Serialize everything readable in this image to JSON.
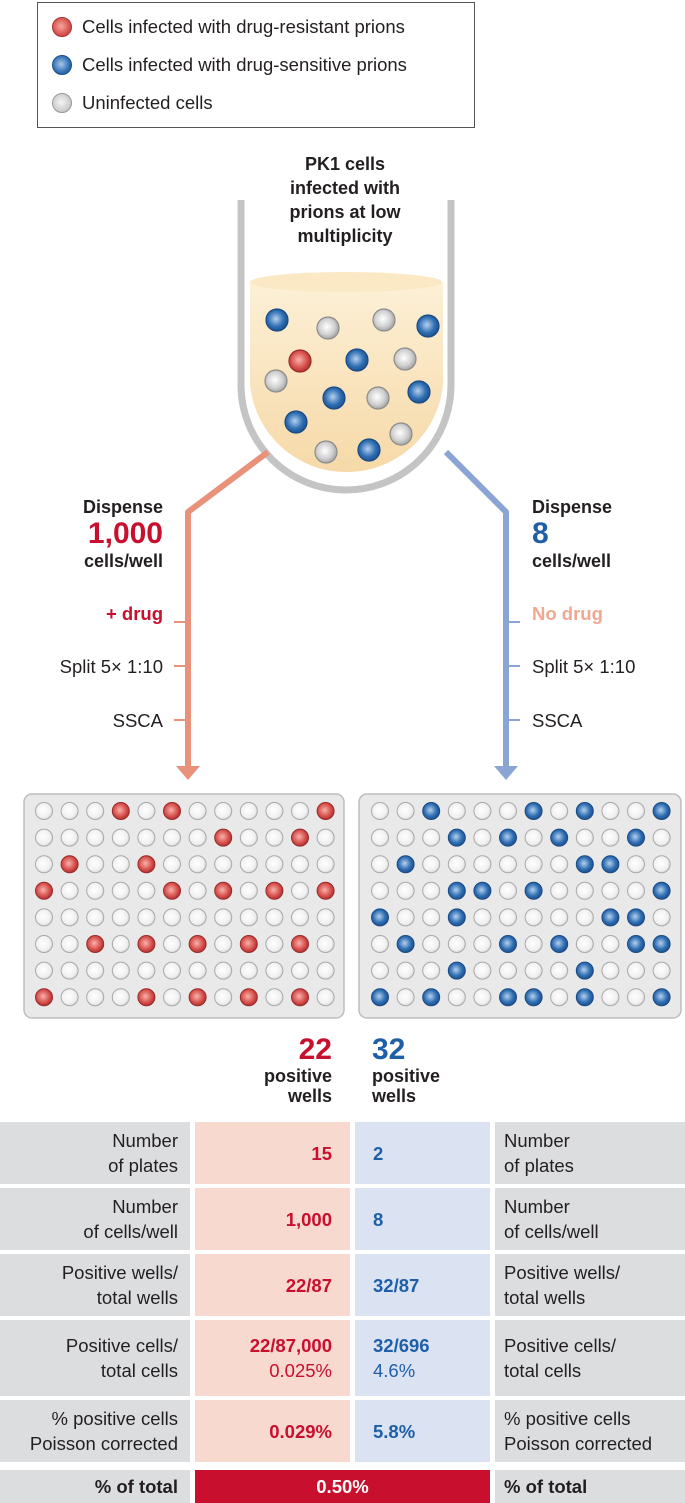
{
  "legend": {
    "items": [
      {
        "label": "Cells infected with drug-resistant prions",
        "icon": "red-cell-icon",
        "color": "#d9534f"
      },
      {
        "label": "Cells infected with drug-sensitive prions",
        "icon": "blue-cell-icon",
        "color": "#2f6fb3"
      },
      {
        "label": "Uninfected cells",
        "icon": "grey-cell-icon",
        "color": "#c8c8c8"
      }
    ]
  },
  "tube": {
    "label_lines": [
      "PK1 cells",
      "infected with",
      "prions at low",
      "multiplicity"
    ]
  },
  "left_branch": {
    "dispense": "Dispense",
    "count": "1,000",
    "unit": "cells/well",
    "step1": "+ drug",
    "step2": "Split 5× 1:10",
    "step3": "SSCA",
    "positive_count": "22",
    "positive_label_1": "positive",
    "positive_label_2": "wells",
    "plate_wells": [
      [
        0,
        0,
        0,
        1,
        0,
        1,
        0,
        0,
        0,
        0,
        0,
        1
      ],
      [
        0,
        0,
        0,
        0,
        0,
        0,
        0,
        1,
        0,
        0,
        1,
        0
      ],
      [
        0,
        1,
        0,
        0,
        1,
        0,
        0,
        0,
        0,
        0,
        0,
        0
      ],
      [
        1,
        0,
        0,
        0,
        0,
        1,
        0,
        1,
        0,
        1,
        0,
        1
      ],
      [
        0,
        0,
        0,
        0,
        0,
        0,
        0,
        0,
        0,
        0,
        0,
        0
      ],
      [
        0,
        0,
        1,
        0,
        1,
        0,
        1,
        0,
        1,
        0,
        1,
        0
      ],
      [
        0,
        0,
        0,
        0,
        0,
        0,
        0,
        0,
        0,
        0,
        0,
        0
      ],
      [
        1,
        0,
        0,
        0,
        1,
        0,
        1,
        0,
        1,
        0,
        1,
        0
      ]
    ]
  },
  "right_branch": {
    "dispense": "Dispense",
    "count": "8",
    "unit": "cells/well",
    "step1": "No drug",
    "step2": "Split 5× 1:10",
    "step3": "SSCA",
    "positive_count": "32",
    "positive_label_1": "positive",
    "positive_label_2": "wells",
    "plate_wells": [
      [
        0,
        0,
        1,
        0,
        0,
        0,
        1,
        0,
        1,
        0,
        0,
        1
      ],
      [
        0,
        0,
        0,
        1,
        0,
        1,
        0,
        1,
        0,
        0,
        1,
        0
      ],
      [
        0,
        1,
        0,
        0,
        0,
        0,
        0,
        0,
        1,
        1,
        0,
        0
      ],
      [
        0,
        0,
        0,
        1,
        1,
        0,
        1,
        0,
        0,
        0,
        0,
        1
      ],
      [
        1,
        0,
        0,
        1,
        0,
        0,
        0,
        0,
        0,
        1,
        1,
        0
      ],
      [
        0,
        1,
        0,
        0,
        0,
        1,
        0,
        1,
        0,
        0,
        1,
        1
      ],
      [
        0,
        0,
        0,
        1,
        0,
        0,
        0,
        0,
        1,
        0,
        0,
        0
      ],
      [
        1,
        0,
        1,
        0,
        0,
        1,
        1,
        0,
        1,
        0,
        0,
        1
      ]
    ]
  },
  "table": {
    "rows": [
      {
        "left_label": [
          "Number",
          "of plates"
        ],
        "left_value": [
          "15"
        ],
        "right_value": [
          "2"
        ],
        "right_label": [
          "Number",
          "of plates"
        ]
      },
      {
        "left_label": [
          "Number",
          "of cells/well"
        ],
        "left_value": [
          "1,000"
        ],
        "right_value": [
          "8"
        ],
        "right_label": [
          "Number",
          "of cells/well"
        ]
      },
      {
        "left_label": [
          "Positive wells/",
          "total wells"
        ],
        "left_value": [
          "22/87"
        ],
        "right_value": [
          "32/87"
        ],
        "right_label": [
          "Positive wells/",
          "total wells"
        ]
      },
      {
        "left_label": [
          "Positive cells/",
          "total cells"
        ],
        "left_value": [
          "22/87,000",
          "0.025%"
        ],
        "right_value": [
          "32/696",
          "4.6%"
        ],
        "right_label": [
          "Positive cells/",
          "total cells"
        ]
      },
      {
        "left_label": [
          "% positive cells",
          "Poisson corrected"
        ],
        "left_value": [
          "0.029%"
        ],
        "right_value": [
          "5.8%"
        ],
        "right_label": [
          "% positive cells",
          "Poisson corrected"
        ]
      }
    ],
    "total": {
      "left_label": "% of total",
      "value": "0.50%",
      "right_label": "% of total"
    }
  },
  "colors": {
    "red": "#c8102e",
    "blue": "#1f5fa8",
    "salmon_arrow": "#e8927c",
    "blue_arrow": "#8aa4d4",
    "total_bar": "#c8102e"
  }
}
